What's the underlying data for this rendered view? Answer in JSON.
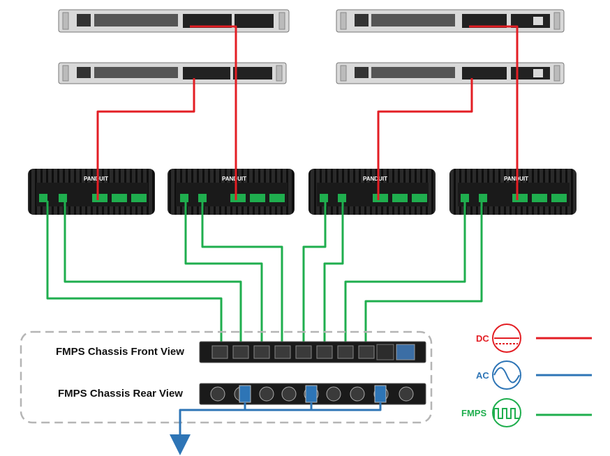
{
  "chassis": {
    "front_label": "FMPS Chassis Front View",
    "rear_label": "FMPS Chassis Rear View"
  },
  "controllers": {
    "brand": "PANDUIT",
    "count": 4
  },
  "legend": [
    {
      "label": "DC",
      "color": "#e31e24",
      "symbol": "dc-symbol"
    },
    {
      "label": "AC",
      "color": "#2e75b6",
      "symbol": "sine-wave-symbol"
    },
    {
      "label": "FMPS",
      "color": "#1fae4e",
      "symbol": "square-wave-symbol"
    }
  ],
  "colors": {
    "dc": "#e31e24",
    "ac": "#2e75b6",
    "fmps": "#1fae4e",
    "device_dark": "#1f1f1f",
    "rack_server": "#d6d6d6"
  }
}
